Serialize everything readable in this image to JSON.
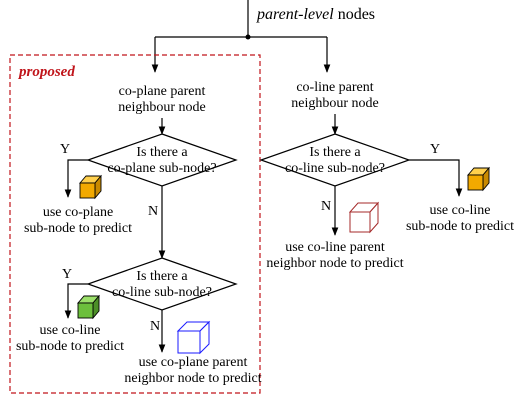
{
  "top_label": {
    "italic": "parent-level",
    "rest": " nodes"
  },
  "proposed_label": "proposed",
  "left": {
    "parent_node": [
      "co-plane parent",
      "neighbour node"
    ],
    "decision1": [
      "Is there a",
      "co-plane sub-node?"
    ],
    "yes1": "Y",
    "no1": "N",
    "outcome1": [
      "use co-plane",
      "sub-node to predict"
    ],
    "decision2": [
      "Is there a",
      "co-line sub-node?"
    ],
    "yes2": "Y",
    "no2": "N",
    "outcome2": [
      "use co-line",
      "sub-node to predict"
    ],
    "outcome3": [
      "use co-plane parent",
      "neighbor node to predict"
    ]
  },
  "right": {
    "parent_node": [
      "co-line parent",
      "neighbour node"
    ],
    "decision1": [
      "Is there a",
      "co-line sub-node?"
    ],
    "yes1": "Y",
    "no1": "N",
    "outcome_yes": [
      "use co-line",
      "sub-node to predict"
    ],
    "outcome_no": [
      "use co-line parent",
      "neighbor node to predict"
    ]
  },
  "colors": {
    "proposed_border": "#c0151b",
    "cube_orange": "#f2a900",
    "cube_green": "#6cbf3c",
    "cube_red_outline": "#a52a2a",
    "cube_blue_outline": "#1a1aff"
  }
}
